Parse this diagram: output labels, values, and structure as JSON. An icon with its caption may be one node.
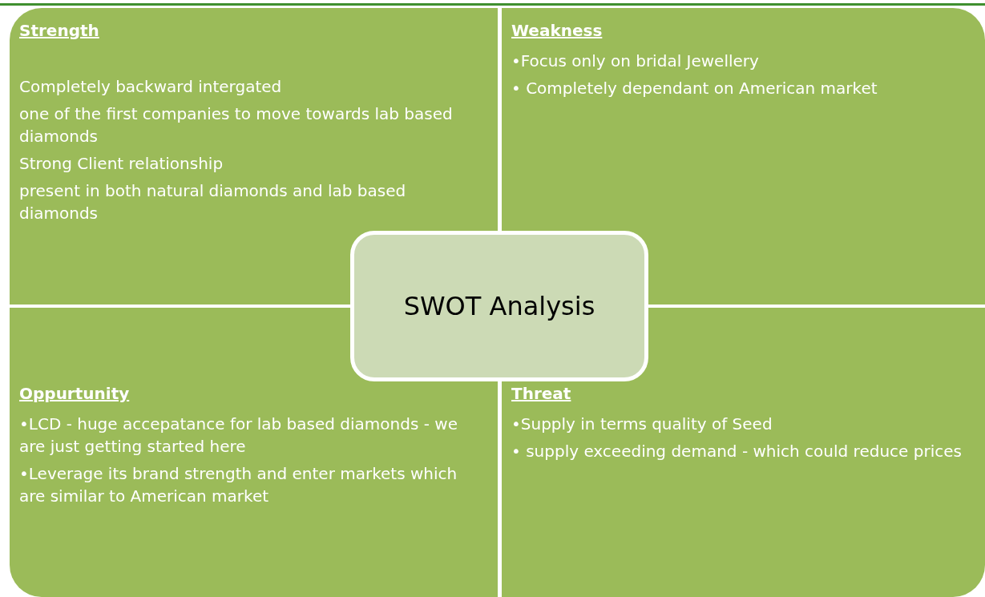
{
  "diagram": {
    "nodes": [
      {
        "text": [
          "Strength",
          "Completely backward intergated",
          "one of the first companies to move towards lab based diamonds",
          "Strong Client relationship",
          "present in both natural diamonds and lab based diamonds"
        ]
      },
      {
        "text": [
          "Weakness",
          "•Focus only on bridal Jewellery",
          "• Completely dependant on American market"
        ]
      },
      {
        "text": [
          "Oppurtunity",
          "•LCD - huge accepatance for lab based diamonds - we are just getting started here",
          "•Leverage its brand strength and enter markets which are similar to American market"
        ]
      },
      {
        "text": [
          "Threat",
          "•Supply in terms quality of Seed",
          "• supply exceeding demand - which could reduce prices"
        ]
      },
      {
        "text": [
          "SWOT Analysis"
        ]
      }
    ]
  }
}
